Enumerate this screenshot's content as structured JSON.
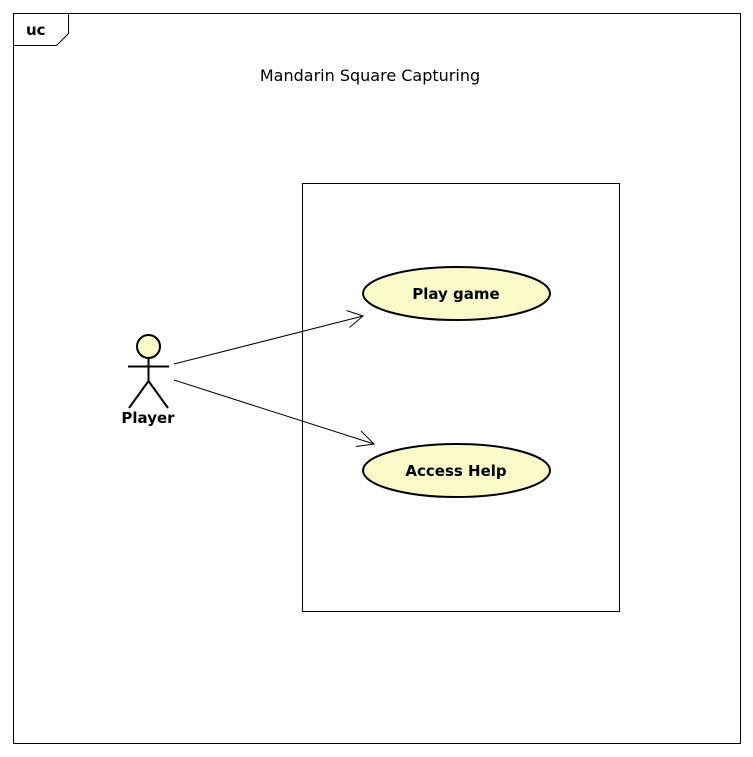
{
  "frame": {
    "kind_label": "uc",
    "title": "Mandarin Square Capturing"
  },
  "actor": {
    "name": "Player",
    "fill_color": "#fafac8",
    "stroke_color": "#000000"
  },
  "use_cases": [
    {
      "label": "Play game"
    },
    {
      "label": "Access Help"
    }
  ],
  "use_case_fill": "#fafac8",
  "line_color": "#000000",
  "background": "#ffffff"
}
